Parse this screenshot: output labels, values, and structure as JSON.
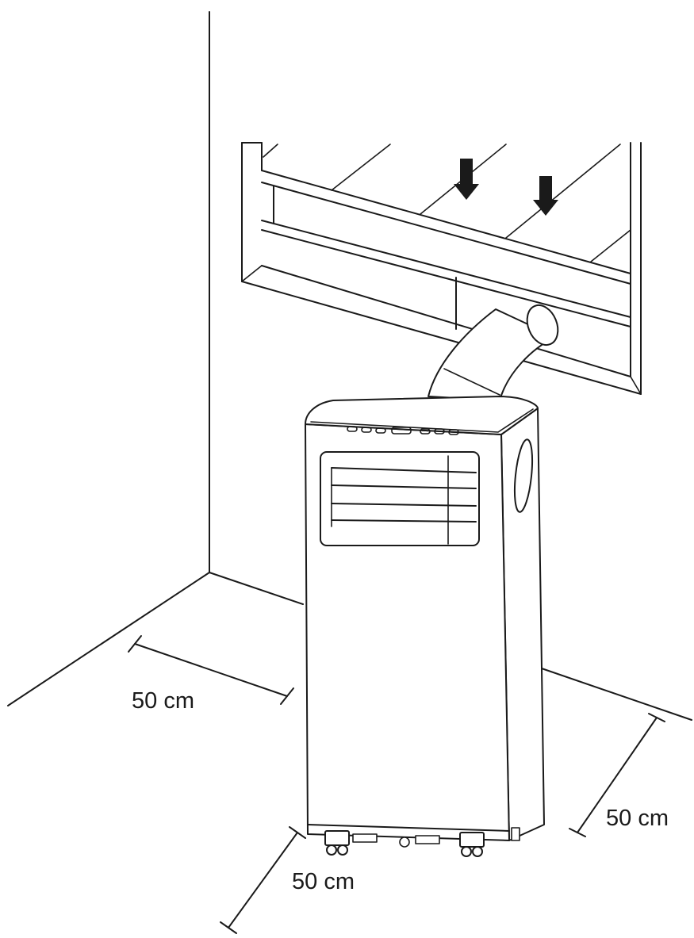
{
  "dimensions": {
    "left_clearance": "50 cm",
    "right_clearance": "50 cm",
    "front_clearance": "50 cm"
  },
  "colors": {
    "line": "#1a1a1a",
    "background": "#ffffff"
  },
  "icons": {
    "airflow": "down-arrow-icon"
  }
}
